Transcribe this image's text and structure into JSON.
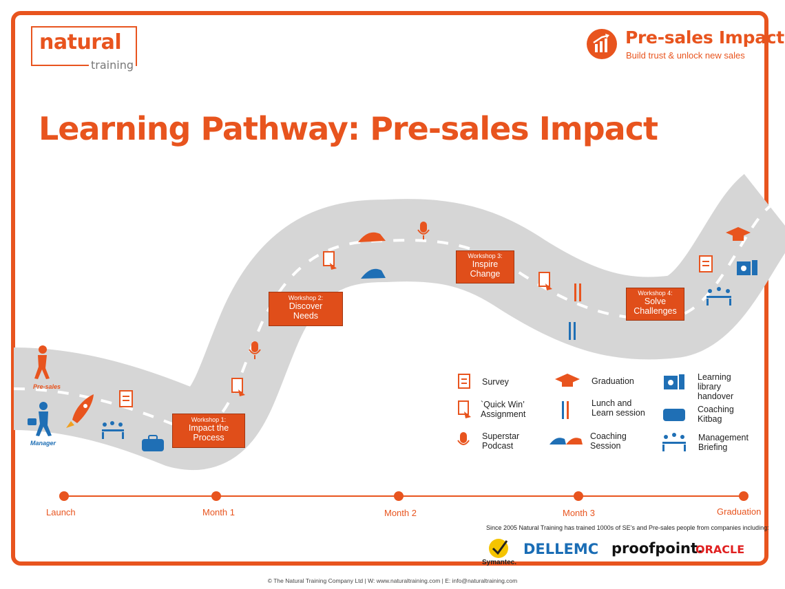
{
  "header": {
    "logo_brand": "natural",
    "logo_sub": "training",
    "program_title": "Pre-sales Impact",
    "program_tagline": "Build trust & unlock new sales",
    "page_title": "Learning Pathway:  Pre-sales Impact"
  },
  "road": {
    "start_labels": {
      "presales": "Pre-sales",
      "manager": "Manager"
    },
    "workshops": [
      {
        "small": "Workshop 1:",
        "name": "Impact the\nProcess"
      },
      {
        "small": "Workshop 2:",
        "name": "Discover\nNeeds"
      },
      {
        "small": "Workshop 3:",
        "name": "Inspire\nChange"
      },
      {
        "small": "Workshop 4:",
        "name": "Solve\nChallenges"
      }
    ]
  },
  "legend": [
    {
      "icon": "survey-icon",
      "label": "Survey"
    },
    {
      "icon": "quick-win-assignment-icon",
      "label": "`Quick Win’\nAssignment"
    },
    {
      "icon": "podcast-microphone-icon",
      "label": "Superstar\nPodcast"
    },
    {
      "icon": "graduation-cap-icon",
      "label": "Graduation"
    },
    {
      "icon": "knife-fork-icon",
      "label": "Lunch and\nLearn session"
    },
    {
      "icon": "coaching-caps-icon",
      "label": "Coaching\nSession"
    },
    {
      "icon": "library-books-icon",
      "label": "Learning\nlibrary\nhandover"
    },
    {
      "icon": "kitbag-icon",
      "label": "Coaching\nKitbag"
    },
    {
      "icon": "management-briefing-icon",
      "label": "Management\nBriefing"
    }
  ],
  "timeline": [
    "Launch",
    "Month 1",
    "Month 2",
    "Month 3",
    "Graduation"
  ],
  "clients": {
    "intro": "Since 2005 Natural Training has trained 1000s of SE’s and Pre-sales people from companies including:",
    "logos": [
      "Symantec.",
      "DELLEMC",
      "proofpoint.",
      "ORACLE"
    ]
  },
  "footer": "© The Natural Training Company Ltd  |  W:  www.naturaltraining.com  |  E:  info@naturaltraining.com",
  "colors": {
    "accent": "#e8541e",
    "blue": "#1f6fb5",
    "road": "#d6d6d6"
  }
}
